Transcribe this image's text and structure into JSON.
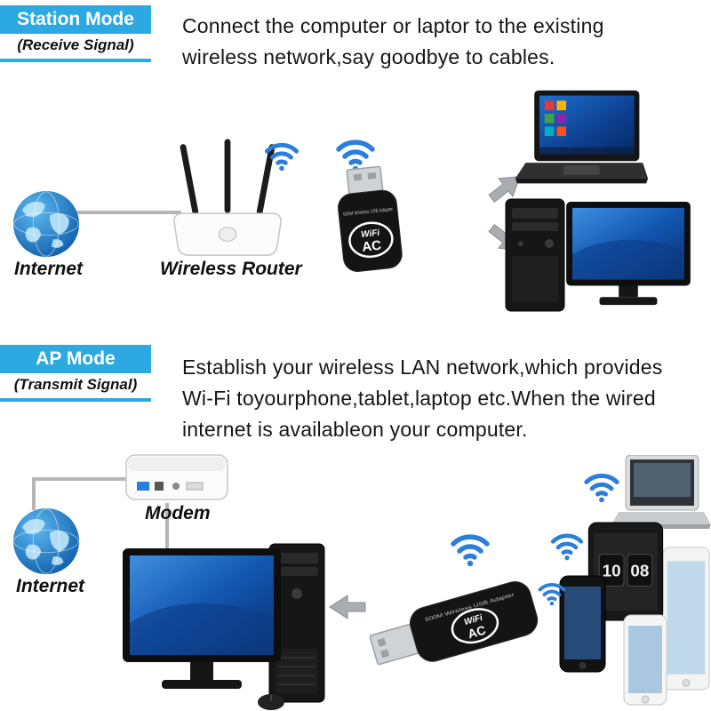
{
  "station_mode": {
    "badge_title": "Station Mode",
    "badge_subtitle": "(Receive Signal)",
    "description_lines": [
      "Connect the computer or laptor to the existing",
      "wireless network,say goodbye to cables."
    ],
    "internet_label": "Internet",
    "router_label": "Wireless Router"
  },
  "ap_mode": {
    "badge_title": "AP Mode",
    "badge_subtitle": "(Transmit Signal)",
    "description_lines": [
      "Establish your wireless LAN network,which provides",
      "Wi-Fi toyourphone,tablet,laptop etc.When the wired",
      "internet is availableon your computer."
    ],
    "modem_label": "Modem",
    "internet_label": "Internet"
  },
  "adapter": {
    "brand_top": "WiFi",
    "brand_main": "AC",
    "caption": "600M Wireless USB Adapter"
  },
  "devices": {
    "tablet_clock_hours": "10",
    "tablet_clock_minutes": "08"
  },
  "icons": {
    "internet_globe": "blue globe with continents and grid",
    "wifi_signal": "three blue arcs with dot",
    "arrow": "gray block arrow",
    "connector_line": "gray straight line"
  },
  "colors": {
    "badge_blue": "#2BA9E0",
    "wifi_blue": "#2B7FD9",
    "arrow_gray": "#A9ADB2",
    "screen_blue": "#1256B0",
    "text_dark": "#161616"
  }
}
